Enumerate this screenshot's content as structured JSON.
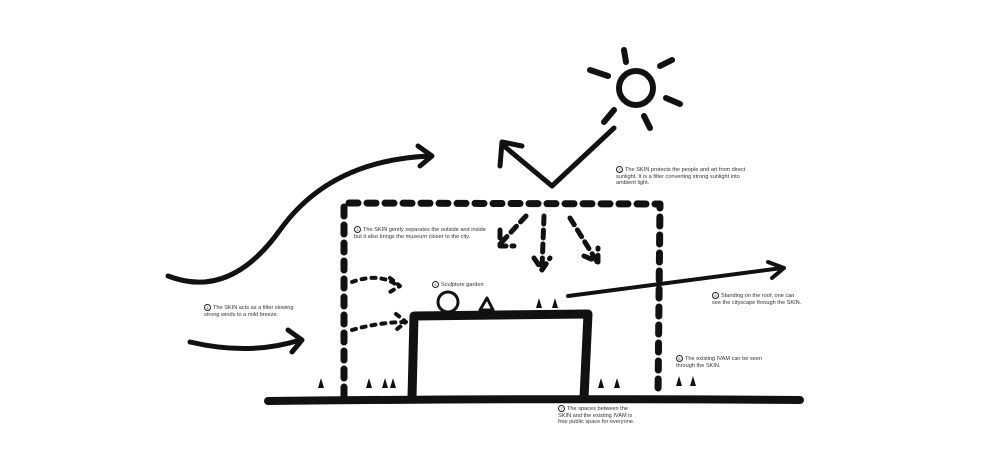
{
  "notes": {
    "wind": {
      "num": "1",
      "text": "The SKIN acts as a filter slowing strong winds to a mild breeze."
    },
    "separate": {
      "num": "2",
      "text": "The SKIN gently separates the outside and inside but it also brings the museum closer to the city."
    },
    "sun": {
      "num": "3",
      "text": "The SKIN protects the people and art from direct sunlight. It is a filter converting strong sunlight into ambient light."
    },
    "garden": {
      "num": "4",
      "text": "Sculpture garden"
    },
    "roof": {
      "num": "5",
      "text": "Standing on the roof, one can see the cityscape through the SKIN."
    },
    "ivam": {
      "num": "6",
      "text": "The existing IVAM can be seen through the SKIN."
    },
    "spaces": {
      "num": "7",
      "text": "The spaces between the SKIN and the existing IVAM is free public space for everyone."
    }
  },
  "colors": {
    "ink": "#111111",
    "text": "#333333"
  }
}
